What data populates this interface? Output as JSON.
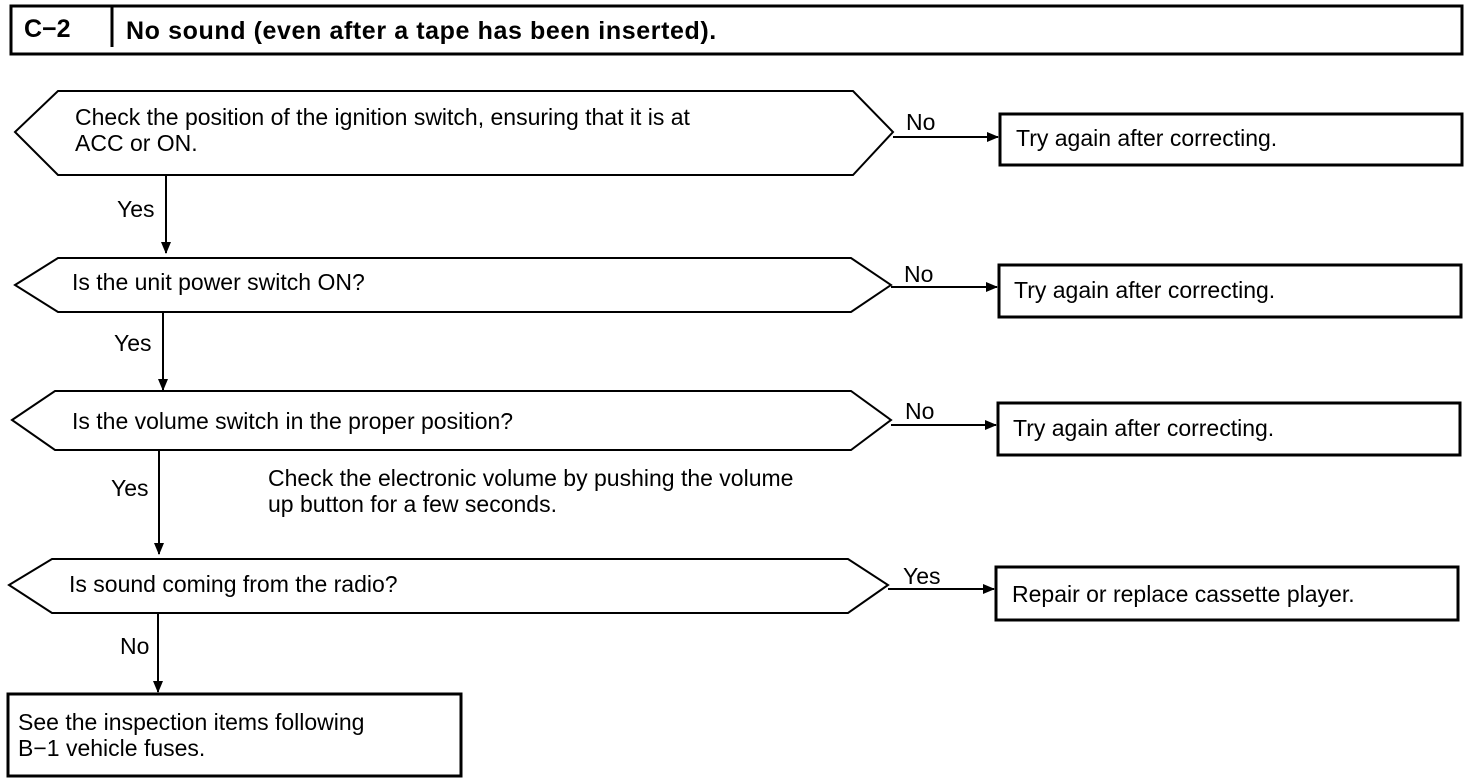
{
  "header": {
    "code": "C−2",
    "title": "No sound (even after a tape has been inserted)."
  },
  "decisions": [
    {
      "question_lines": [
        "Check the position of the ignition switch, ensuring that it is at",
        "ACC or ON."
      ],
      "branch_label": "No",
      "result": "Try again after correcting.",
      "down_label": "Yes"
    },
    {
      "question_lines": [
        "Is the unit power switch ON?"
      ],
      "branch_label": "No",
      "result": "Try again after correcting.",
      "down_label": "Yes"
    },
    {
      "question_lines": [
        "Is the volume switch in the proper position?"
      ],
      "branch_label": "No",
      "result": "Try again after correcting.",
      "down_label": "Yes"
    },
    {
      "question_lines": [
        "Is sound coming from the radio?"
      ],
      "branch_label": "Yes",
      "result": "Repair or replace cassette player.",
      "down_label": "No"
    }
  ],
  "note_lines": [
    "Check the electronic volume by pushing the volume",
    "up button for a few seconds."
  ],
  "final_box_lines": [
    "See the inspection items following",
    "B−1 vehicle fuses."
  ]
}
